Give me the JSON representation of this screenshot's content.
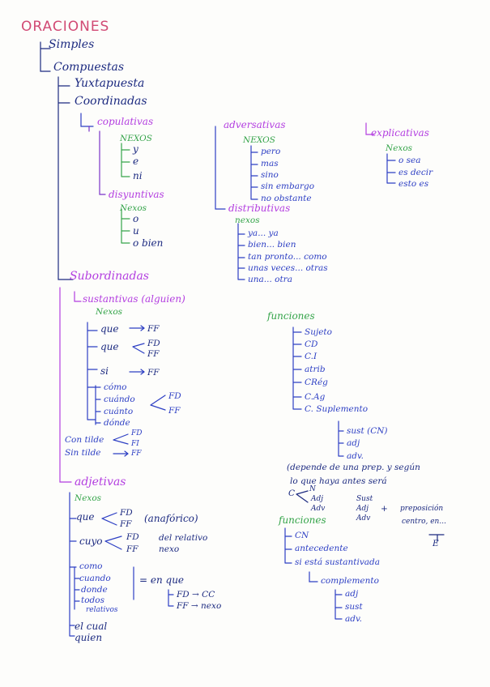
{
  "colors": {
    "title": "#d14a74",
    "navy": "#1c2a80",
    "blue": "#2d3fc4",
    "purple": "#b33de0",
    "green": "#35a44a",
    "teal": "#1e8a7a",
    "violet": "#7a33c8"
  },
  "title": "ORACIONES",
  "root": {
    "simples": "Simples",
    "compuestas": "Compuestas"
  },
  "compuestas": {
    "yuxtapuesta": "Yuxtapuesta",
    "coordinadas": "Coordinadas",
    "subordinadas": "Subordinadas"
  },
  "copulativas": {
    "label": "copulativas",
    "nexos": "NEXOS",
    "items": [
      "y",
      "e",
      "ni"
    ]
  },
  "disyuntivas": {
    "label": "disyuntivas",
    "nexos": "Nexos",
    "items": [
      "o",
      "u",
      "o bien"
    ]
  },
  "adversativas": {
    "label": "adversativas",
    "nexos": "NEXOS",
    "items": [
      "pero",
      "mas",
      "sino",
      "sin embargo",
      "no obstante"
    ]
  },
  "explicativas": {
    "label": "explicativas",
    "nexos": "Nexos",
    "items": [
      "o sea",
      "es decir",
      "esto es"
    ]
  },
  "distributivas": {
    "label": "distributivas",
    "nexos": "nexos",
    "items": [
      "ya... ya",
      "bien... bien",
      "tan pronto... como",
      "unas veces... otras",
      "una... otra"
    ]
  },
  "sustantivas": {
    "label": "sustantivas (alguien)",
    "nexos": "Nexos",
    "que1": "que",
    "que1_ff": "FF",
    "que2": "que",
    "que2_fd": "FD",
    "que2_ff": "FF",
    "si": "si",
    "si_ff": "FF",
    "group": [
      "cómo",
      "cuándo",
      "cuánto",
      "dónde"
    ],
    "group_fd": "FD",
    "group_ff": "FF",
    "contiene": "Con tilde",
    "contiene_fd": "FD",
    "contiene_fi": "FI",
    "sintilde": "Sin tilde",
    "sintilde_ff": "FF"
  },
  "funciones_sust": {
    "label": "funciones",
    "items": [
      "Sujeto",
      "CD",
      "C.I",
      "atrib",
      "CRég",
      "C.Ag",
      "C. Suplemento"
    ],
    "sub": [
      "sust (CN)",
      "adj",
      "adv."
    ]
  },
  "nota": {
    "line1": "(depende de una prep. y según",
    "line2": "lo que haya antes será",
    "c": "C",
    "n": "N",
    "adj": "Adj",
    "adv": "Adv",
    "sust": "Sust",
    "adjplus": "Adj",
    "plus": "+",
    "advw": "Adv",
    "prep": "preposición",
    "prep2": "centro, en...",
    "e": "E"
  },
  "adjetivas": {
    "label": "adjetivas",
    "nexos": "Nexos",
    "que": "que",
    "que_fd": "FD",
    "que_ff": "FF",
    "que_note": "(anafórico)",
    "cuyo": "cuyo",
    "cuyo_fd": "FD",
    "cuyo_fd_note": "del relativo",
    "cuyo_ff": "FF",
    "cuyo_ff_note": "nexo",
    "group": [
      "como",
      "cuando",
      "donde",
      "todos",
      "relativos"
    ],
    "enque": "= en que",
    "enque_fd": "FD → CC",
    "enque_ff": "FF → nexo",
    "elcual": "el cual",
    "quien": "quien"
  },
  "funciones_adj": {
    "label": "funciones",
    "items": [
      "CN",
      "antecedente",
      "si está sustantivada"
    ],
    "comp": "complemento",
    "sub": [
      "adj",
      "sust",
      "adv."
    ]
  }
}
